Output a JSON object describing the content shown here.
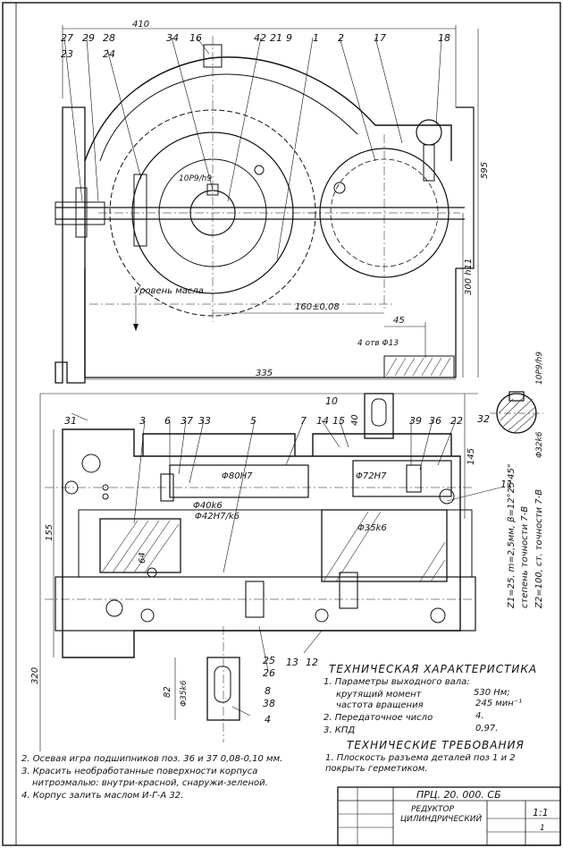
{
  "frame": {
    "outline_color": "#111111"
  },
  "dims_top": {
    "width_410": "410",
    "height_595": "595",
    "h300": "300 h11",
    "center_distance": "160±0,08",
    "d45": "45",
    "holes": "4 отв Φ13",
    "d335": "335",
    "bore_top": "10P9/h9",
    "oil_level": "Уровень масла"
  },
  "callouts_top": [
    "27",
    "23",
    "29",
    "28",
    "24",
    "34",
    "16",
    "42",
    "21",
    "9",
    "1",
    "2",
    "17",
    "18"
  ],
  "callouts_plan": [
    "31",
    "3",
    "6",
    "37",
    "33",
    "5",
    "7",
    "14",
    "15",
    "40",
    "10",
    "39",
    "36",
    "22",
    "11",
    "8",
    "26",
    "38",
    "4",
    "13",
    "12",
    "25",
    "32"
  ],
  "dims_plan": {
    "bore1": "Φ80H7",
    "bore2": "Φ72H7",
    "shaft1": "Φ40k6",
    "shaft2": "Φ42H7/k6",
    "shaft3": "Φ35k6",
    "shaft4": "Φ35k6",
    "d64": "64",
    "d155": "155",
    "d320": "320",
    "d145": "145",
    "d82": "82",
    "section_key": "10P9/h9",
    "section_shaft": "Φ32k6",
    "gear_param1": "Z1=25, m=2,5мм, β=12°25'45\"",
    "gear_param2": "степень точности 7-В",
    "gear_param3": "Z2=100, ст. точности 7-В"
  },
  "tech": {
    "title": "ТЕХНИЧЕСКАЯ ХАРАКТЕРИСТИКА",
    "line1": "1. Параметры выходного вала:",
    "row1_label": "крутящий момент",
    "row1_value": "530 Нм;",
    "row2_label": "частота вращения",
    "row2_value": "245 мин⁻¹",
    "row3_label": "2. Передаточное число",
    "row3_value": "4.",
    "row4_label": "3. КПД",
    "row4_value": "0,97."
  },
  "requirements": {
    "title": "ТЕХНИЧЕСКИЕ ТРЕБОВАНИЯ",
    "line1": "1. Плоскость разъема деталей поз 1 и 2",
    "line2": "покрыть герметиком."
  },
  "notes": {
    "n2": "2. Осевая игра подшипников поз. 36 и 37   0,08-0,10 мм.",
    "n3a": "3. Красить необработанные поверхности корпуса",
    "n3b": "нитроэмалью: внутри-красной, снаружи-зеленой.",
    "n4": "4. Корпус залить маслом И-Г-А 32."
  },
  "title_block": {
    "code": "ПРЦ. 20. 000. СБ",
    "name1": "РЕДУКТОР",
    "name2": "ЦИЛИНДРИЧЕСКИЙ",
    "scale": "1:1",
    "sheet": "1"
  }
}
